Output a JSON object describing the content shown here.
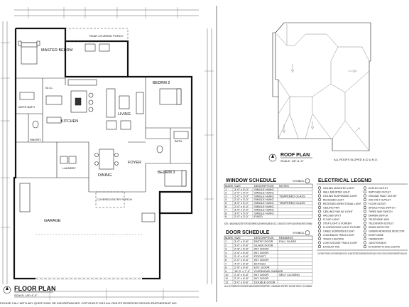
{
  "floor_plan": {
    "title": "FLOOR PLAN",
    "scale": "SCALE: 1/8\"=1'-0\"",
    "rooms": {
      "master_bedrm": "MASTER BEDRM",
      "rear_covered_porch": "REAR COVERED PORCH",
      "mstr_bath": "MSTR BATH",
      "wic": "W.I.C.",
      "kitchen": "KITCHEN",
      "living": "LIVING",
      "bedrm_2": "BEDRM 2",
      "bath": "BATH",
      "pantry": "PANTRY",
      "laundry": "LAUNDRY",
      "dining": "DINING",
      "foyer": "FOYER",
      "covered_entry_porch": "COVERED ENTRY PORCH",
      "bedrm_3": "BEDRM 3",
      "garage": "GARAGE"
    },
    "footer_note": "PLEASE CALL WITH ANY QUESTIONS OR DISCREPANCIES. COPYRIGHT 2013 ALL RIGHTS RESERVED DESIGN PARTNERSHIP INC."
  },
  "roof_plan": {
    "title": "ROOF PLAN",
    "scale": "SCALE: 1/8\"=1'-0\"",
    "note": "ALL ROOFS SLOPED 8:12 U.N.O."
  },
  "window_schedule": {
    "title": "WINDOW SCHEDULE",
    "symbol_label": "SYMBOL",
    "headers": [
      "MARK",
      "SIZE",
      "DESCRIPTION",
      "NOTES"
    ],
    "rows": [
      [
        "1",
        "3'-0\" x 5'-0\"",
        "SINGLE HUNG",
        ""
      ],
      [
        "2",
        "2'-0\" x 5'-0\"",
        "SINGLE HUNG",
        ""
      ],
      [
        "3",
        "2'-0\" x 3'-0\"",
        "SINGLE HUNG",
        "TEMPERED GLASS"
      ],
      [
        "4",
        "2'-0\" x 3'-0\"",
        "SINGLE HUNG",
        ""
      ],
      [
        "5",
        "3'-0\" x 5'-0\"",
        "SINGLE HUNG",
        "TEMPERED GLASS"
      ],
      [
        "6",
        "2'-0\" x 5'-0\"",
        "SINGLE HUNG",
        ""
      ],
      [
        "7",
        "3'-0\" x 3'-0\"",
        "SINGLE HUNG",
        ""
      ],
      [
        "8",
        "3'-0\" x 5'-0\"",
        "SINGLE HUNG",
        ""
      ],
      [
        "9",
        "2'-0\" x 3'-0\"",
        "FIXED",
        ""
      ]
    ],
    "notes": "NOTES: 1. WINDOW MANUFACTURER TO PROVIDE TEMPERED GLASS WHERE REQUIRED BY CODE. 2. CONTRACTOR TO VERIFY ROUGH OPENINGS PRIOR TO FRAMING."
  },
  "door_schedule": {
    "title": "DOOR SCHEDULE",
    "symbol_label": "SYMBOL",
    "headers": [
      "MARK",
      "SIZE",
      "DESCRIPTION",
      "REMARKS"
    ],
    "rows": [
      [
        "1",
        "3'-0\" x 6'-8\"",
        "ENTRY DOOR",
        "FULL GLASS"
      ],
      [
        "2",
        "3'-0\" x 6'-8\"",
        "GLASS DOOR",
        ""
      ],
      [
        "3",
        "2'-8\" x 6'-8\"",
        "INT. DOOR",
        ""
      ],
      [
        "4",
        "2'-6\" x 6'-8\"",
        "INT. DOOR",
        ""
      ],
      [
        "5",
        "2'-4\" x 6'-8\"",
        "POCKET",
        ""
      ],
      [
        "6",
        "2'-0\" x 6'-8\"",
        "INT. DOOR",
        ""
      ],
      [
        "7",
        "4'-0\" x 6'-8\"",
        "BI-FOLD",
        ""
      ],
      [
        "8",
        "2'-8\" x 6'-8\"",
        "EXT. DOOR",
        ""
      ],
      [
        "9",
        "16'-0\" x 7'-0\"",
        "OVERHEAD GARAGE",
        ""
      ],
      [
        "10",
        "2'-8\" x 6'-8\"",
        "INT. DOOR",
        "SELF CLOSING"
      ],
      [
        "11",
        "2'-0\" x 6'-8\"",
        "INT. DOOR",
        ""
      ],
      [
        "12",
        "5'-0\" x 6'-8\"",
        "DOUBLE DOOR",
        ""
      ]
    ],
    "notes": "ALL EXTERIOR DOORS WEATHERSTRIPPED. GARAGE ENTRY DOOR SELF CLOSING."
  },
  "electrical_legend": {
    "title": "ELECTRICAL LEGEND",
    "items_left": [
      "CEILING MOUNTED LIGHT",
      "WALL MOUNTED LIGHT",
      "CEILING SUSPENDED LIGHT",
      "RECESSED LIGHT",
      "RECESSED DIRECTIONAL LIGHT",
      "CEILING FAN",
      "CEILING FAN W/ LIGHT",
      "HALOGEN SPOT",
      "FLOOD LIGHT",
      "STEP LIGHT & SCREEN",
      "FLUORESCENT LIGHT FIXTURE",
      "CABLE SUSPENDED LIGHT",
      "CONCEALED TRACK LIGHT",
      "TRACK LIGHTING",
      "LOW VOLTAGE TRACK LIGHT",
      "EXHAUST FAN"
    ],
    "items_right": [
      "DUPLEX OUTLET",
      "SWITCHED OUTLET",
      "GROUND FAULT OUTLET",
      "220 VOLT OUTLET",
      "FLOOR OUTLET",
      "SINGLE POLE SWITCH",
      "THREE WAY SWITCH",
      "DIMMER SWITCH",
      "TELEPHONE JACK",
      "TELEVISION OUTLET",
      "SMOKE DETECTOR",
      "CARBON MONOXIDE DETECTOR",
      "DOOR CHIME",
      "THERMOSTAT",
      "JUNCTION BOX",
      "EXTERIOR FLOOD LIGHTS"
    ],
    "notes": "1. ELECTRICIAN TO PROVIDE ALL OUTLETS WHERE REQUIRED BY CODE. 2. ALL SMOKE DETECTORS TO BE HARD WIRED WITH BATTERY BACKUP. 3. VERIFY ALL FIXTURE LOCATIONS WITH OWNER PRIOR TO INSTALLATION."
  }
}
